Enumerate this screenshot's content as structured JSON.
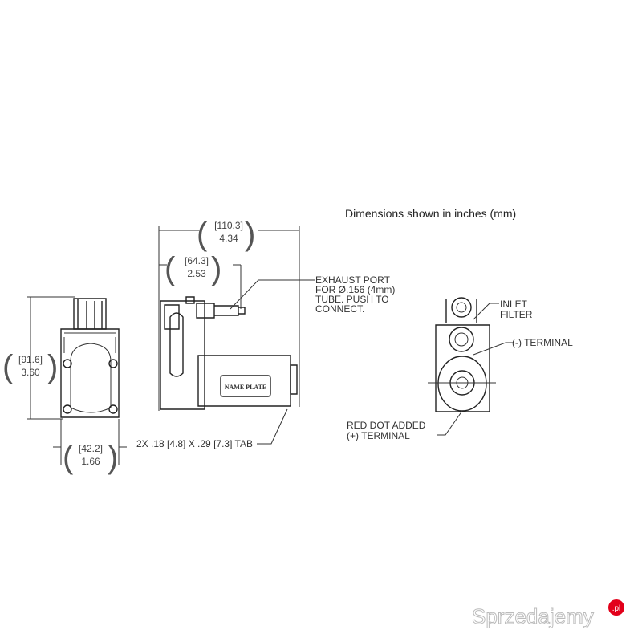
{
  "title": "Dimensions shown in inches (mm)",
  "dimensions": {
    "overall_length": {
      "mm": "[110.3]",
      "in": "4.34"
    },
    "port_offset": {
      "mm": "[64.3]",
      "in": "2.53"
    },
    "height": {
      "mm": "[91.6]",
      "in": "3.60"
    },
    "width": {
      "mm": "[42.2]",
      "in": "1.66"
    }
  },
  "callouts": {
    "exhaust": [
      "EXHAUST PORT",
      "FOR Ø.156 (4mm)",
      "TUBE. PUSH TO",
      "CONNECT."
    ],
    "inlet": [
      "INLET",
      "FILTER"
    ],
    "neg_terminal": "(-) TERMINAL",
    "pos_terminal": [
      "RED DOT ADDED",
      "(+) TERMINAL"
    ],
    "tab": "2X  .18 [4.8] X .29 [7.3] TAB"
  },
  "name_plate": "NAME PLATE",
  "watermark": {
    "text": "Sprzedajemy",
    "suffix": ".pl",
    "accent": "#e2001a"
  }
}
